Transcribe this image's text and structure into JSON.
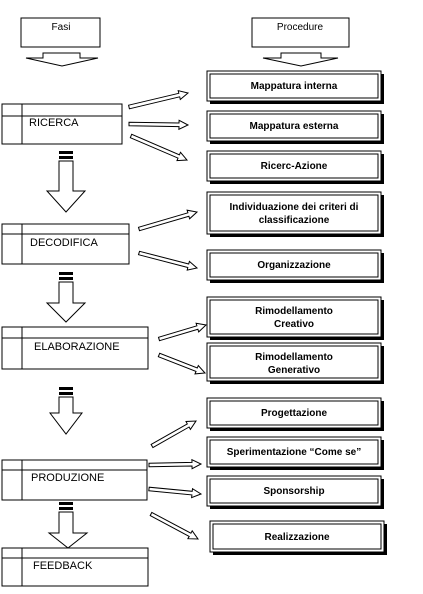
{
  "headers": {
    "phases": "Fasi",
    "procedures": "Procedure"
  },
  "phases": [
    {
      "id": "ricerca",
      "label": "RICERCA"
    },
    {
      "id": "decodifica",
      "label": "DECODIFICA"
    },
    {
      "id": "elaborazione",
      "label": "ELABORAZIONE"
    },
    {
      "id": "produzione",
      "label": "PRODUZIONE"
    },
    {
      "id": "feedback",
      "label": "FEEDBACK"
    }
  ],
  "procedures": [
    {
      "id": "mappatura-interna",
      "phase": "ricerca",
      "lines": [
        "Mappatura interna"
      ]
    },
    {
      "id": "mappatura-esterna",
      "phase": "ricerca",
      "lines": [
        "Mappatura esterna"
      ]
    },
    {
      "id": "ricerc-azione",
      "phase": "ricerca",
      "lines": [
        "Ricerc-Azione"
      ]
    },
    {
      "id": "individuazione-criteri",
      "phase": "decodifica",
      "lines": [
        "Individuazione dei criteri di",
        "classificazione"
      ]
    },
    {
      "id": "organizzazione",
      "phase": "decodifica",
      "lines": [
        "Organizzazione"
      ]
    },
    {
      "id": "rimodellamento-creativo",
      "phase": "elaborazione",
      "lines": [
        "Rimodellamento",
        "Creativo"
      ]
    },
    {
      "id": "rimodellamento-generativo",
      "phase": "elaborazione",
      "lines": [
        "Rimodellamento",
        "Generativo"
      ]
    },
    {
      "id": "progettazione",
      "phase": "produzione",
      "lines": [
        "Progettazione"
      ]
    },
    {
      "id": "sperimentazione",
      "phase": "produzione",
      "lines": [
        "Sperimentazione “Come se”"
      ]
    },
    {
      "id": "sponsorship",
      "phase": "produzione",
      "lines": [
        "Sponsorship"
      ]
    },
    {
      "id": "realizzazione",
      "phase": "produzione",
      "lines": [
        "Realizzazione"
      ]
    }
  ]
}
